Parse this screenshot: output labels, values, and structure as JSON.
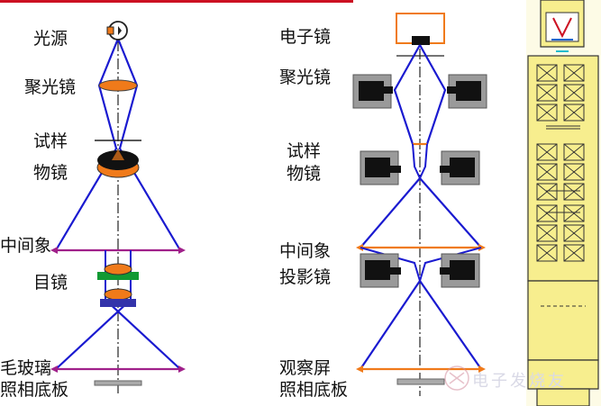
{
  "left_diagram": {
    "light_source": "光源",
    "condenser": "聚光镜",
    "specimen": "试样",
    "objective": "物镜",
    "intermediate_image": "中间象",
    "eyepiece": "目镜",
    "ground_glass": "毛玻璃",
    "photo_plate": "照相底板"
  },
  "middle_diagram": {
    "electron_gun": "电子镜",
    "condenser": "聚光镜",
    "specimen": "试样",
    "objective": "物镜",
    "intermediate_image": "中间象",
    "projector": "投影镜",
    "viewing_screen": "观察屏",
    "photo_plate": "照相底板"
  },
  "watermark": "电子发烧友",
  "colors": {
    "ray": "#1a1ad0",
    "lens_orange": "#f07a1a",
    "image_line_left": "#a0208a",
    "image_line_mid": "#f07a1a",
    "coil_gray": "#9a9a9a",
    "column_yellow": "#f7ee8e",
    "top_bar": "#cc1122"
  }
}
